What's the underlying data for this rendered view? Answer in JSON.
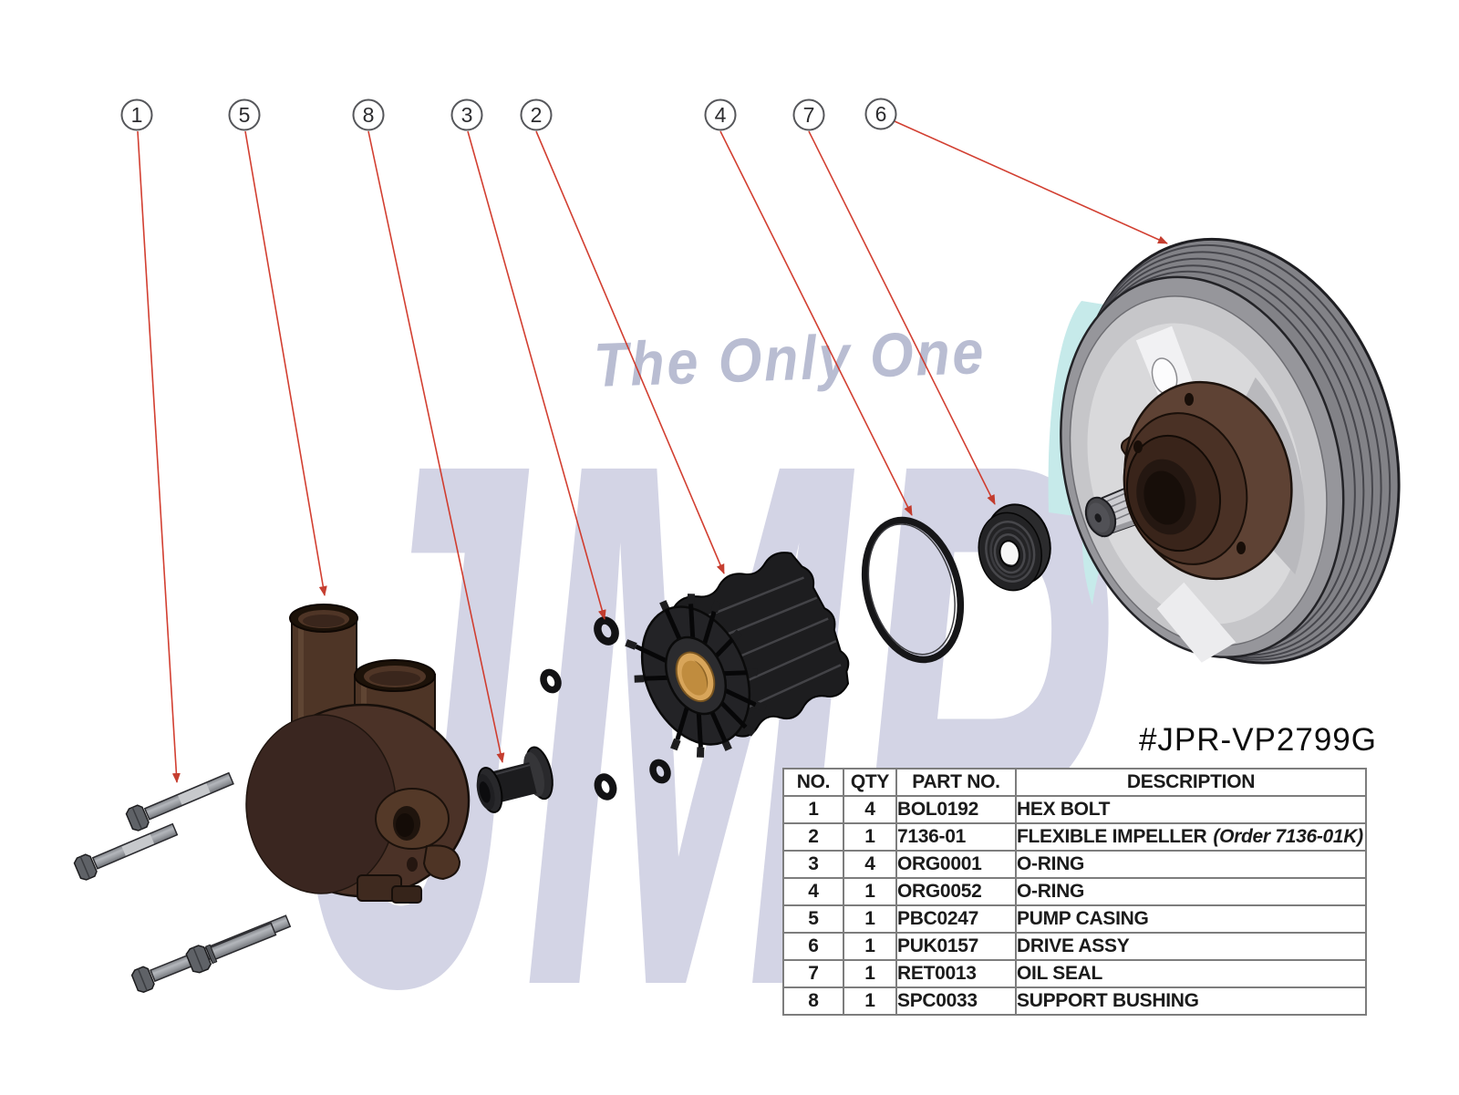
{
  "watermark": {
    "tagline": "The Only One",
    "brand": "JMP"
  },
  "part_code": "#JPR-VP2799G",
  "balloons": [
    {
      "label": "1"
    },
    {
      "label": "5"
    },
    {
      "label": "8"
    },
    {
      "label": "3"
    },
    {
      "label": "2"
    },
    {
      "label": "4"
    },
    {
      "label": "7"
    },
    {
      "label": "6"
    }
  ],
  "parts_table": {
    "headers": {
      "no": "NO.",
      "qty": "QTY",
      "part_no": "PART NO.",
      "description": "DESCRIPTION"
    },
    "rows": [
      {
        "no": "1",
        "qty": "4",
        "part_no": "BOL0192",
        "description": "HEX BOLT"
      },
      {
        "no": "2",
        "qty": "1",
        "part_no": "7136-01",
        "description": "FLEXIBLE IMPELLER",
        "note": "(Order 7136-01K)"
      },
      {
        "no": "3",
        "qty": "4",
        "part_no": "ORG0001",
        "description": "O-RING"
      },
      {
        "no": "4",
        "qty": "1",
        "part_no": "ORG0052",
        "description": "O-RING"
      },
      {
        "no": "5",
        "qty": "1",
        "part_no": "PBC0247",
        "description": "PUMP CASING"
      },
      {
        "no": "6",
        "qty": "1",
        "part_no": "PUK0157",
        "description": "DRIVE ASSY"
      },
      {
        "no": "7",
        "qty": "1",
        "part_no": "RET0013",
        "description": "OIL SEAL"
      },
      {
        "no": "8",
        "qty": "1",
        "part_no": "SPC0033",
        "description": "SUPPORT BUSHING"
      }
    ]
  },
  "colors": {
    "leader_red": "#d03526",
    "watermark_lavender": "#d3d4e5",
    "watermark_tagline": "#b9bdd2",
    "watermark_teal": "#c6eaea",
    "casing_brown": "#4b3227",
    "impeller_black": "#1d1d1f",
    "impeller_hub_brass": "#d8a55a",
    "pulley_gray": "#828287",
    "hub_brown": "#5e4234",
    "bolt_gray": "#9fa2a7"
  }
}
